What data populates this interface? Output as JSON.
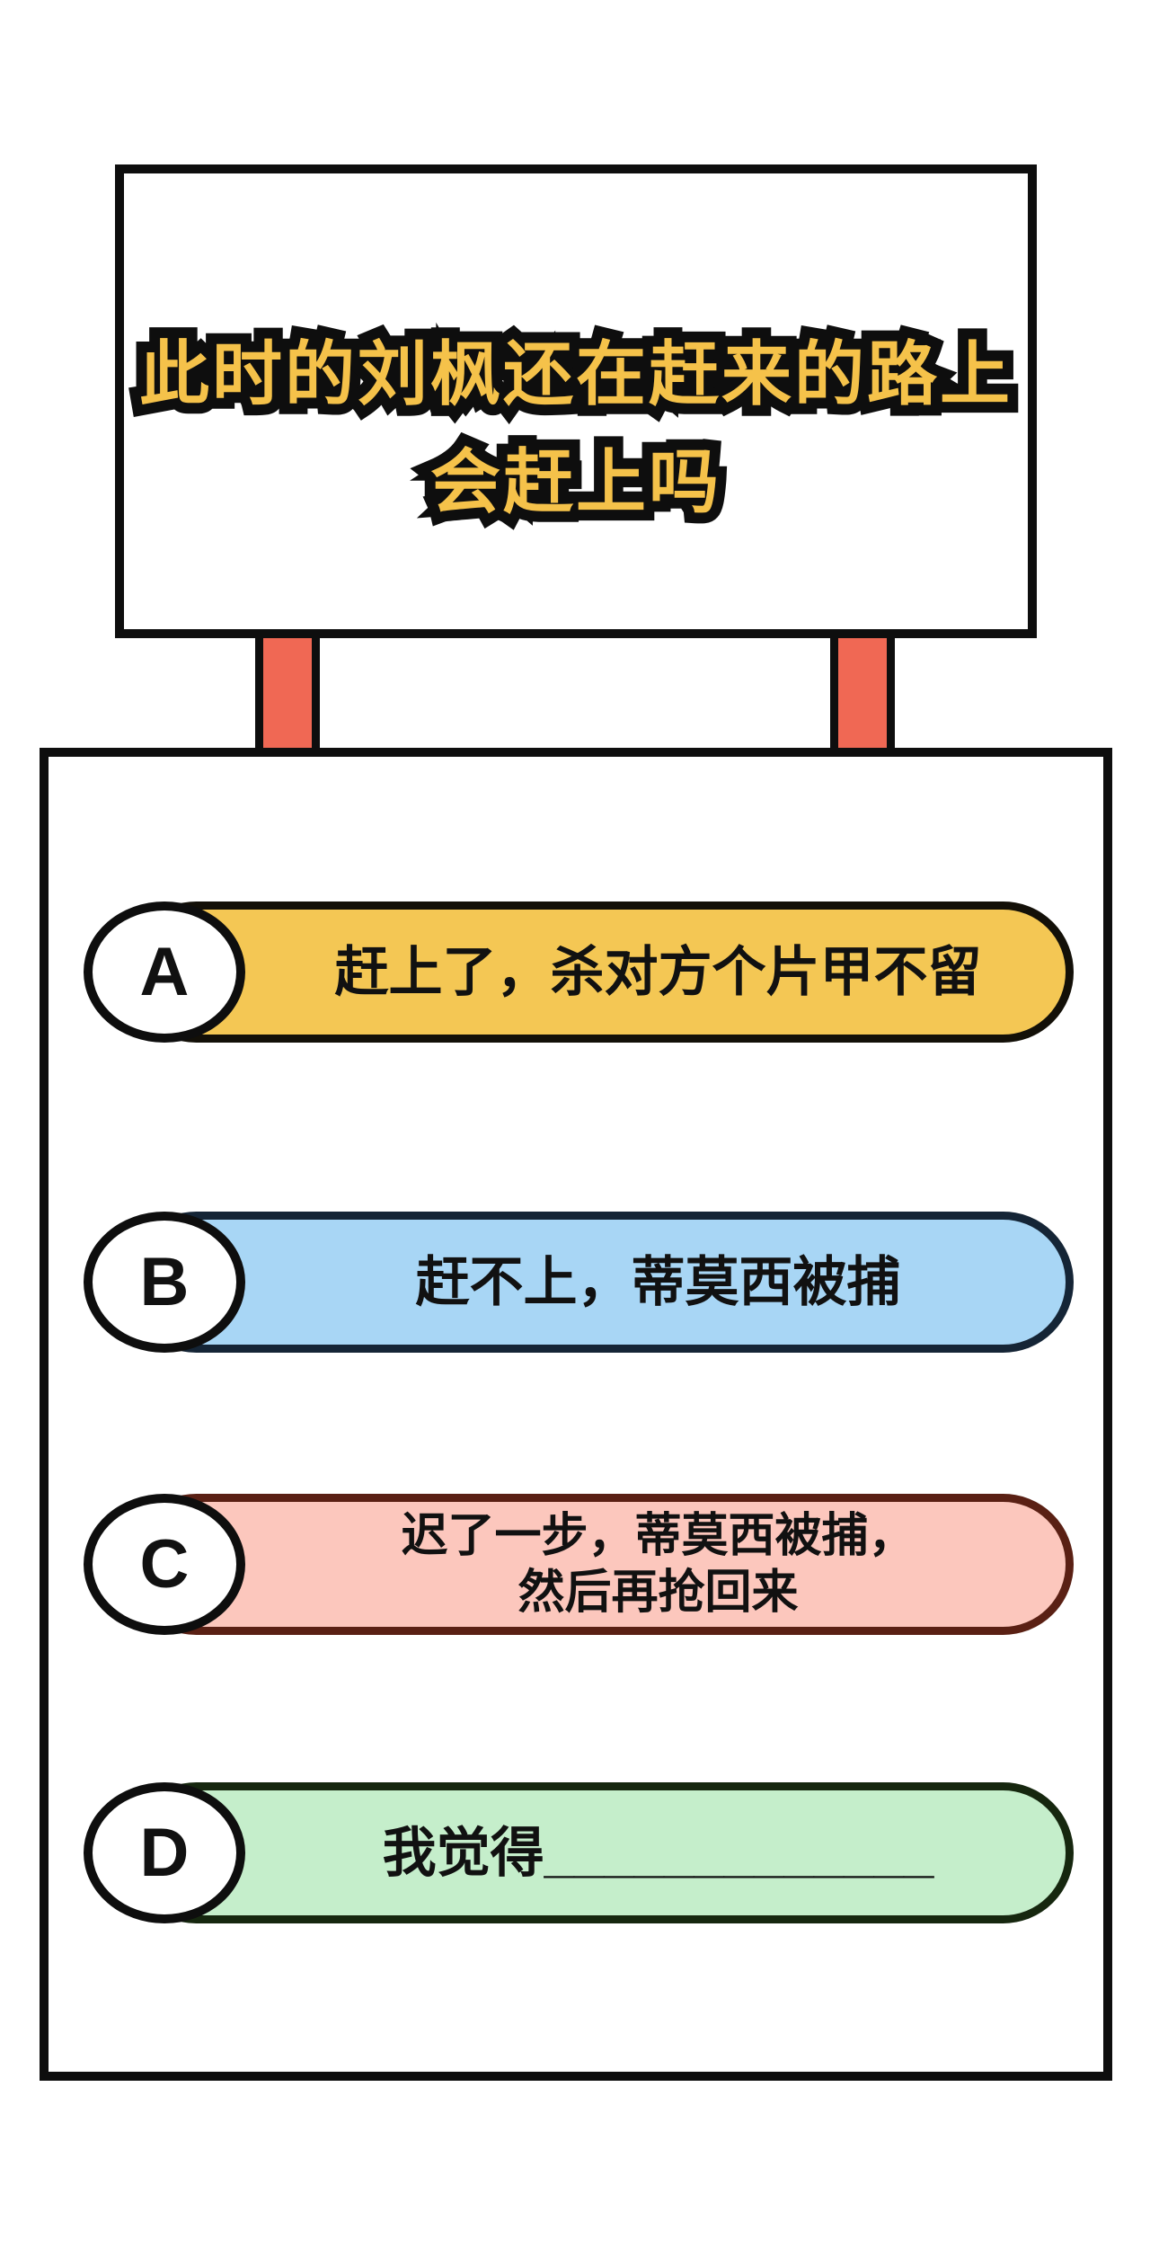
{
  "sign": {
    "title_line1": "此时的刘枫还在赶来的路上",
    "title_line2": "会赶上吗",
    "title_color": "#f5c24a",
    "outline_color": "#0e0e0e"
  },
  "posts": {
    "color": "#f06854"
  },
  "board": {
    "options": [
      {
        "letter": "A",
        "line1": "赶上了，杀对方个片甲不留",
        "line2": "",
        "fill": "#f4c754",
        "border": "#131008"
      },
      {
        "letter": "B",
        "line1": "赶不上，蒂莫西被捕",
        "line2": "",
        "fill": "#a8d6f5",
        "border": "#152536"
      },
      {
        "letter": "C",
        "line1": "迟了一步，蒂莫西被捕，",
        "line2": "然后再抢回来",
        "fill": "#fcc7bd",
        "border": "#5a2014"
      },
      {
        "letter": "D",
        "line1": "我觉得_____________",
        "line2": "",
        "fill": "#c5eecb",
        "border": "#16270f"
      }
    ]
  }
}
